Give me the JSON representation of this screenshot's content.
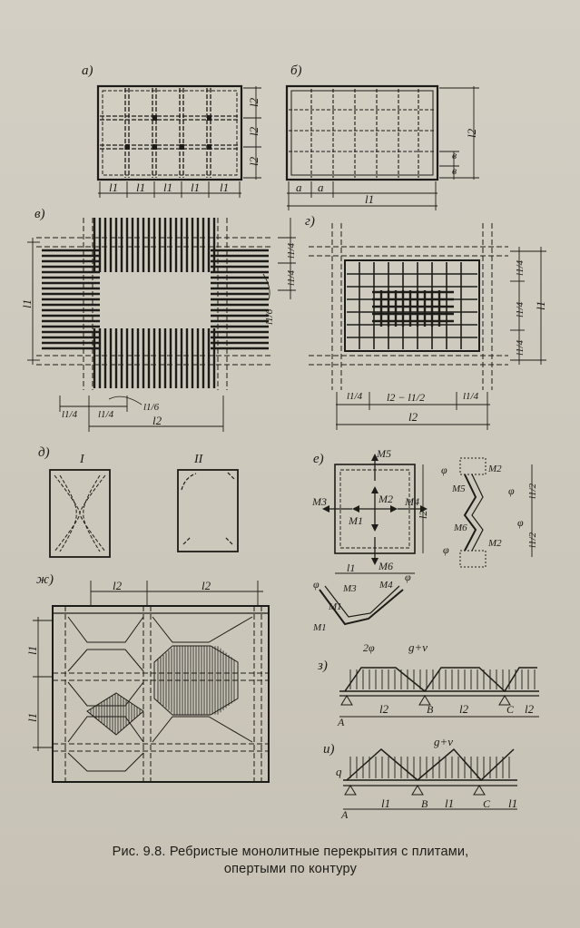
{
  "panels": {
    "a": "а)",
    "b": "б)",
    "v": "в)",
    "g": "г)",
    "d": "д)",
    "e": "е)",
    "zh": "ж)",
    "z": "з)",
    "i": "и)"
  },
  "labels": {
    "l1": "l1",
    "l2": "l2",
    "l1_4": "l1/4",
    "l1_6": "l1/6",
    "l2_minus_l1_2": "l2 − l1/2",
    "l1_2": "l1/2",
    "a": "a",
    "b": "в",
    "roman_1": "I",
    "roman_2": "II",
    "M1": "M1",
    "M2": "M2",
    "M3": "M3",
    "M4": "M4",
    "M5": "M5",
    "M6": "M6",
    "phi": "φ",
    "two_phi": "2φ",
    "load": "g+v",
    "q": "q",
    "support_A": "A",
    "support_B": "B",
    "support_C": "C"
  },
  "caption": {
    "line1": "Рис. 9.8. Ребристые монолитные перекрытия с плитами,",
    "line2": "опертыми по контуру"
  }
}
